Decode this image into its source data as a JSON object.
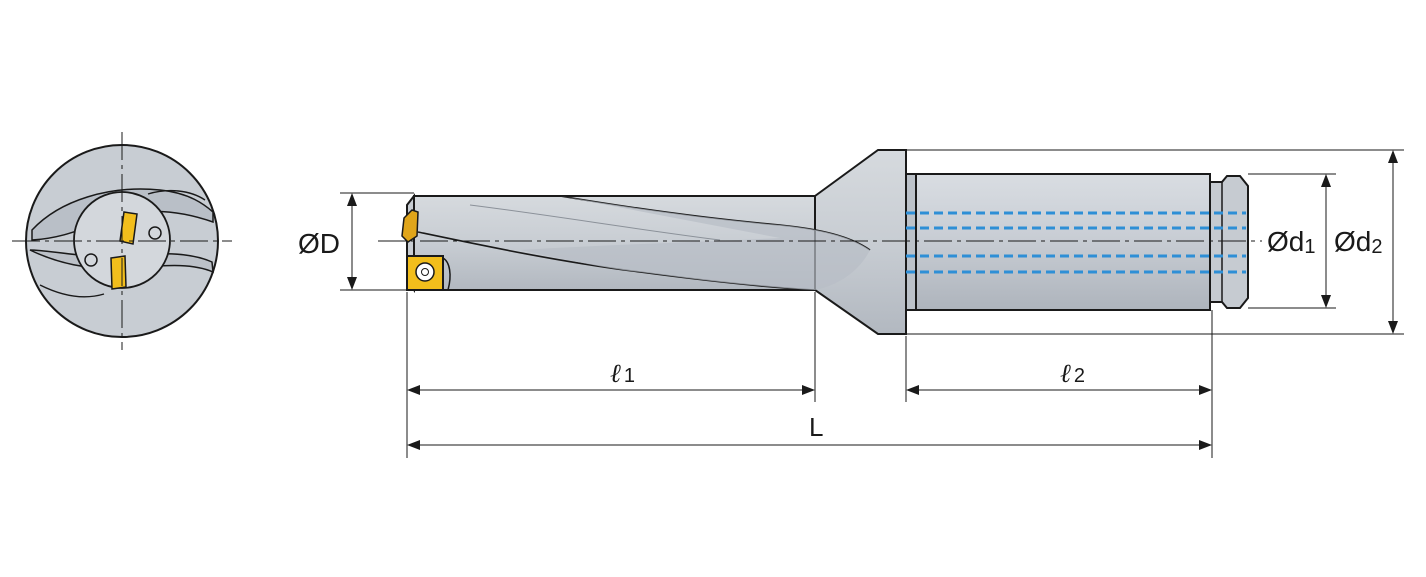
{
  "labels": {
    "D": "ØD",
    "d1_main": "Ød",
    "d1_sub": "1",
    "d2_main": "Ød",
    "d2_sub": "2",
    "l1_main": "ℓ",
    "l1_sub": "1",
    "l2_main": "ℓ",
    "l2_sub": "2",
    "L": "L"
  },
  "colors": {
    "body": "#cdd2d8",
    "body_dark": "#a9afb7",
    "insert": "#f2be1c",
    "coolant": "#2e8fd6",
    "line": "#1a1a1a"
  }
}
